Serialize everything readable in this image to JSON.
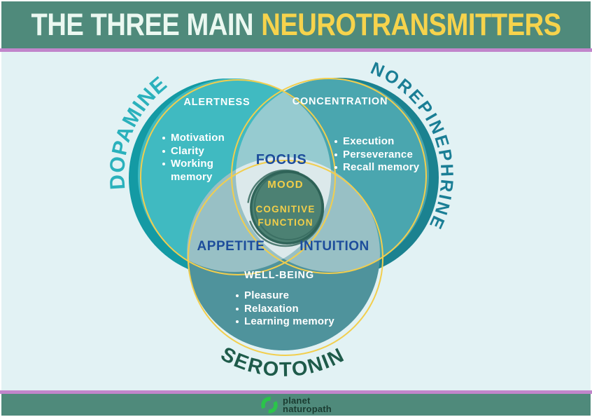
{
  "header": {
    "title_main": "THE THREE MAIN",
    "title_accent": "NEUROTRANSMITTERS"
  },
  "venn": {
    "dopamine": {
      "name": "DOPAMINE",
      "zone": "ALERTNESS",
      "items": [
        "Motivation",
        "Clarity",
        "Working memory"
      ]
    },
    "norepinephrine": {
      "name": "NOREPINEPHRINE",
      "zone": "CONCENTRATION",
      "items": [
        "Execution",
        "Perseverance",
        "Recall memory"
      ]
    },
    "serotonin": {
      "name": "SEROTONIN",
      "zone": "WELL-BEING",
      "items": [
        "Pleasure",
        "Relaxation",
        "Learning memory"
      ]
    },
    "overlap_focus": "FOCUS",
    "overlap_appetite": "APPETITE",
    "overlap_intuition": "INTUITION",
    "center_line1": "MOOD",
    "center_line2": "COGNITIVE",
    "center_line3": "FUNCTION"
  },
  "footer": {
    "brand_line1": "planet",
    "brand_line2": "naturopath"
  },
  "colors": {
    "band_green": "#4F8A7B",
    "separator_purple": "#C185CB",
    "background_light": "#E2F2F4",
    "title_mint": "#EBF8F1",
    "title_yellow": "#F6D34C",
    "dopamine_fill": "#40BAC1",
    "dopamine_rim": "#149AA4",
    "dopamine_label": "#2AB1BC",
    "norepinephrine_fill": "#4AA6AF",
    "norepinephrine_rim": "#1B8290",
    "norepinephrine_label": "#1A7E95",
    "serotonin_fill": "#4F939C",
    "serotonin_label": "#1E5B4A",
    "yellow_ring": "#F2CE4D",
    "center_circle_fill": "#4C8173",
    "center_circle_sketch": "#2D6156",
    "overlap_label_blue": "#1D4D9B",
    "center_text_yellow": "#F2CE49",
    "logo_green": "#2BC44A",
    "logo_text": "#1A3B30"
  }
}
